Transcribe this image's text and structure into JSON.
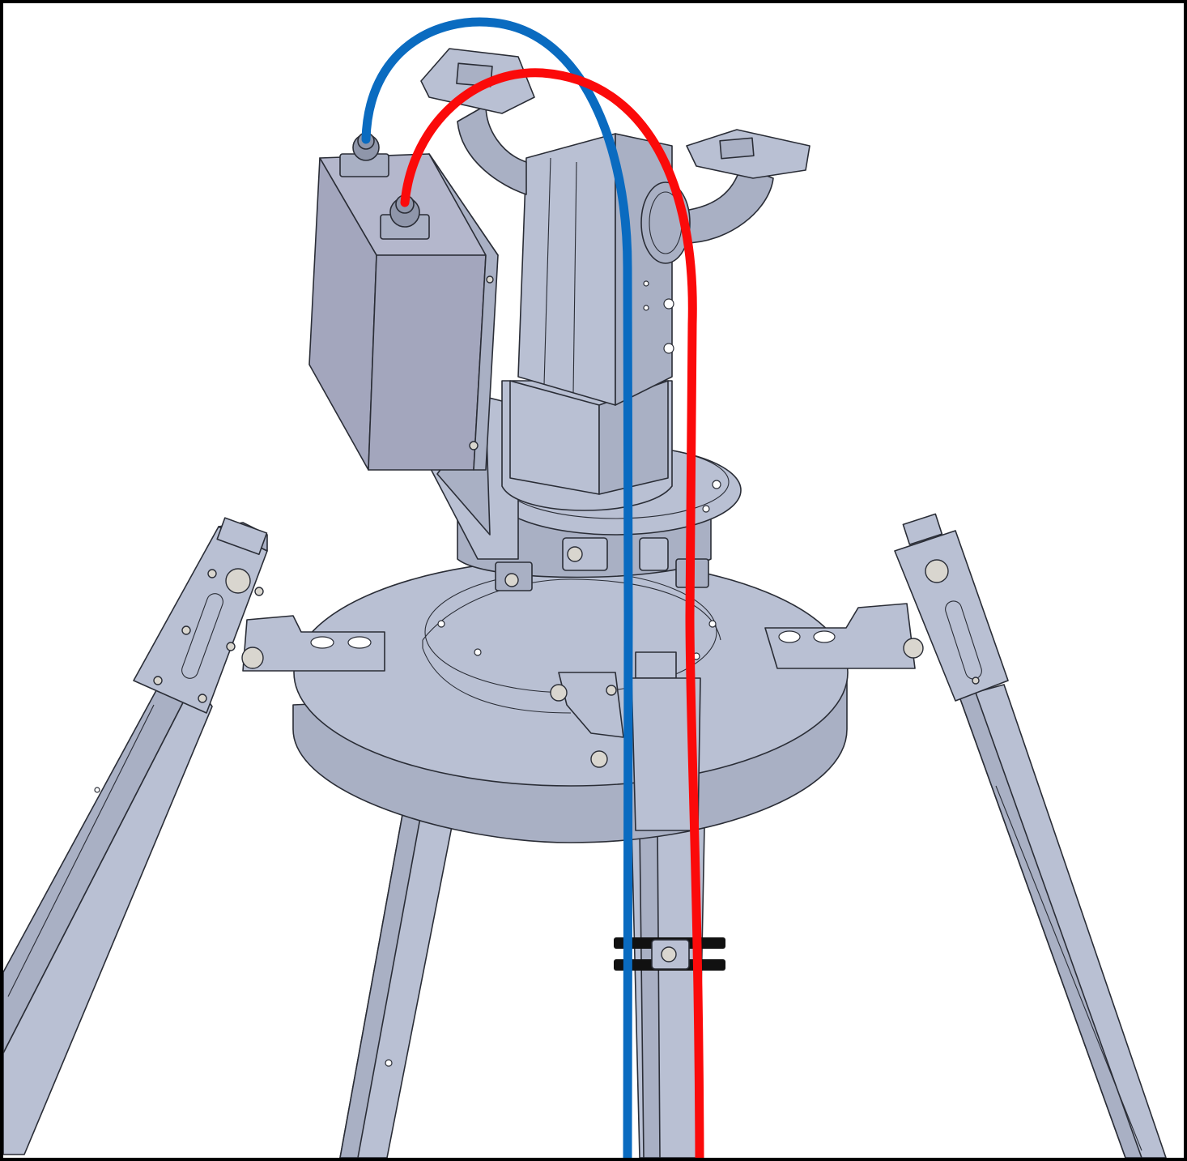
{
  "diagram": {
    "subject": "antenna-pedestal-tripod-with-cables",
    "colors": {
      "background": "#ffffff",
      "frame": "#000000",
      "metal_light": "#b9c0d3",
      "metal_mid": "#a9b0c4",
      "metal_dark": "#8f96aa",
      "enclosure_front": "#a3a6bd",
      "enclosure_side": "#b4b7cc",
      "edge": "#2a2d36",
      "cable_blue": "#0a6bc0",
      "cable_red": "#fb0a0a",
      "clamp": "#111111",
      "bolt": "#d9d6cf"
    },
    "cables": [
      {
        "id": "blue-cable",
        "color_key": "cable_blue"
      },
      {
        "id": "red-cable",
        "color_key": "cable_red"
      }
    ]
  }
}
